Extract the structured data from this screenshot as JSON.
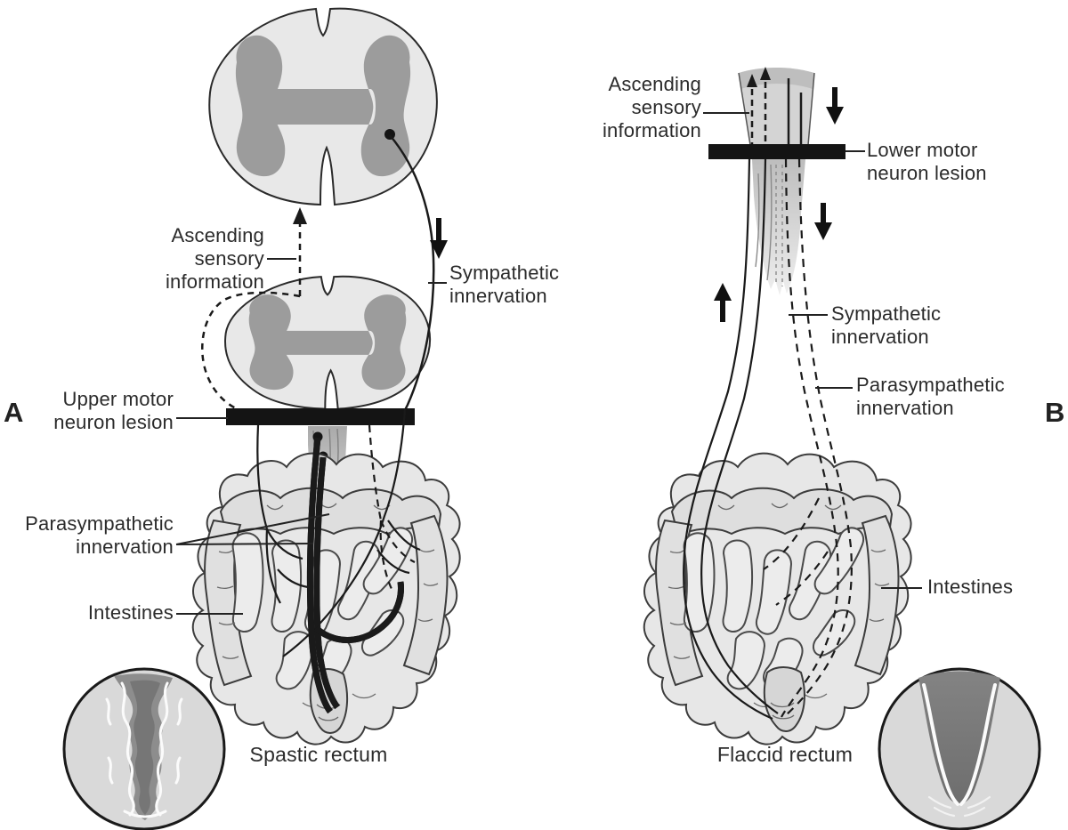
{
  "panelA": {
    "letter": "A",
    "labels": {
      "ascending": "Ascending sensory information",
      "sympathetic": "Sympathetic innervation",
      "lesion": "Upper motor neuron lesion",
      "parasympathetic": "Parasympathetic innervation",
      "intestines": "Intestines",
      "caption": "Spastic rectum"
    }
  },
  "panelB": {
    "letter": "B",
    "labels": {
      "ascending": "Ascending sensory information",
      "lesion": "Lower motor neuron lesion",
      "sympathetic": "Sympathetic innervation",
      "parasympathetic": "Parasympathetic innervation",
      "intestines": "Intestines",
      "caption": "Flaccid rectum"
    }
  },
  "colors": {
    "ink": "#1a1a1a",
    "lesion_bar": "#141414",
    "cord_fill": "#e8e8e8",
    "gray_matter": "#9c9c9c",
    "gut_fill": "#e7e7e7"
  }
}
